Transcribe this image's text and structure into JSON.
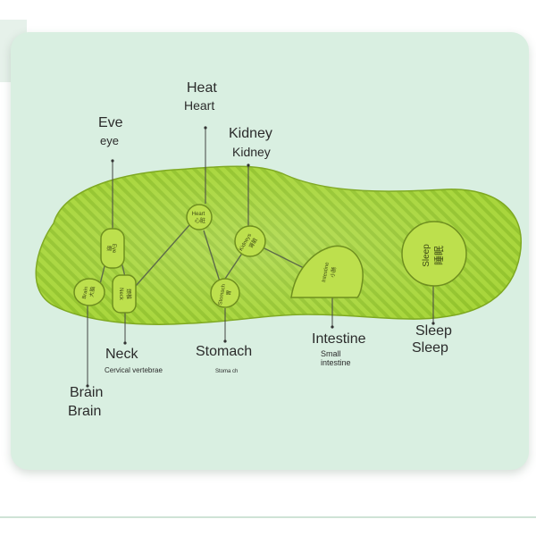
{
  "labels": {
    "eye_en": "Eve",
    "eye_sub": "eye",
    "heart_en": "Heat",
    "heart_sub": "Heart",
    "kidney_en": "Kidney",
    "kidney_sub": "Kidney",
    "neck_en": "Neck",
    "neck_sub": "Cervical vertebrae",
    "stomach_en": "Stomach",
    "stomach_sub": "Stoma ch",
    "intestine_en": "Intestine",
    "intestine_sub": "Small intestine",
    "sleep_en": "Sleep",
    "sleep_sub": "Sleep",
    "brain_en": "Brain",
    "brain_sub": "Brain"
  },
  "points": {
    "eye": {
      "en": "Eye",
      "cn": "眼"
    },
    "heart": {
      "en": "Heart",
      "cn": "心脏"
    },
    "kidney": {
      "en": "Kidneys",
      "cn": "肾脏"
    },
    "brain": {
      "en": "Brain",
      "cn": "大脑"
    },
    "neck": {
      "en": "Neck",
      "cn": "颈椎"
    },
    "stomach": {
      "en": "Stomach",
      "cn": "胃"
    },
    "intestine": {
      "en": "Intestine",
      "cn": "小肠"
    },
    "sleep": {
      "en": "Sleep",
      "cn": "睡眠"
    }
  },
  "colors": {
    "insole": "#a8d63a",
    "insole_stripe": "#93c42c",
    "point_fill": "#bde04d",
    "point_stroke": "#6f8f1f",
    "connector": "#5d6b4a",
    "card_bg": "#d9efe1"
  }
}
